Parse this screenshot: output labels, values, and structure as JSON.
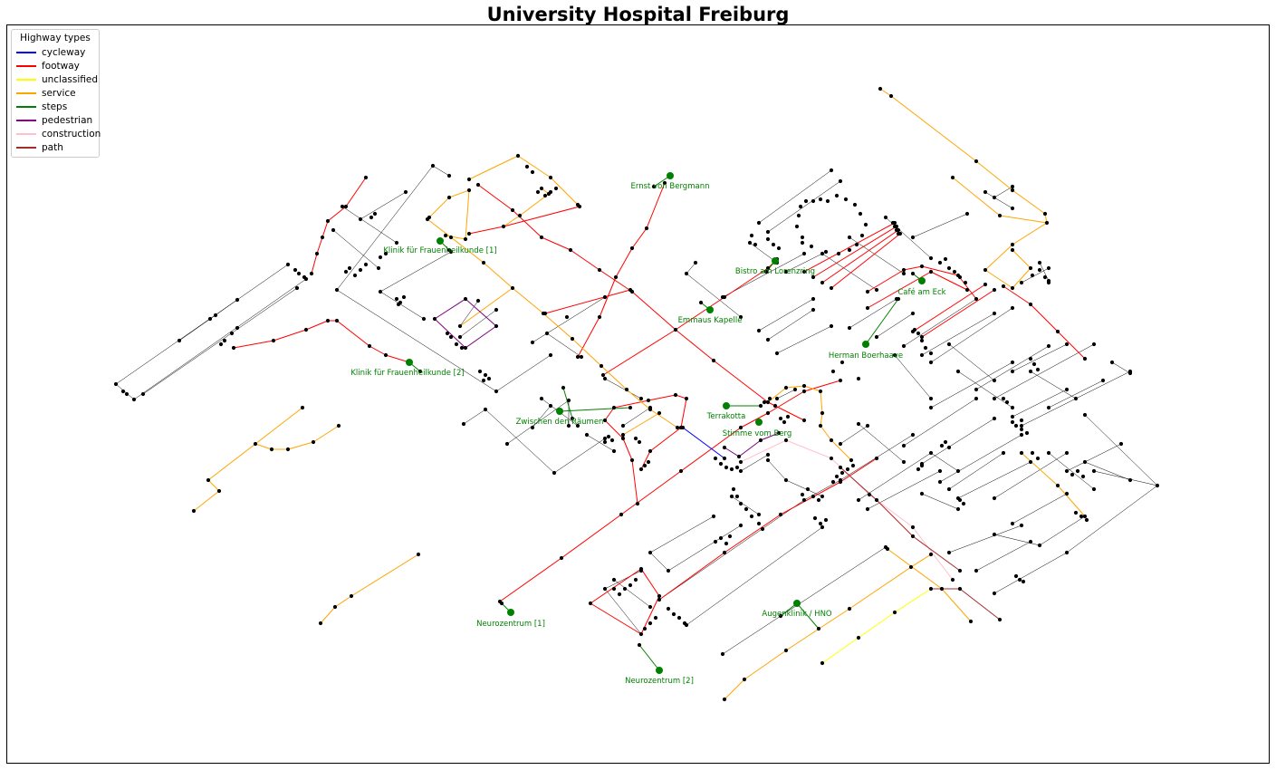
{
  "title": "University Hospital Freiburg",
  "legend": {
    "title": "Highway types",
    "items": [
      {
        "label": "cycleway",
        "color": "#0000ff"
      },
      {
        "label": "footway",
        "color": "#ff0000"
      },
      {
        "label": "unclassified",
        "color": "#ffff00"
      },
      {
        "label": "service",
        "color": "#ffa500"
      },
      {
        "label": "steps",
        "color": "#008000"
      },
      {
        "label": "pedestrian",
        "color": "#800080"
      },
      {
        "label": "construction",
        "color": "#ffc0cb"
      },
      {
        "label": "path",
        "color": "#a52a2a"
      }
    ]
  },
  "pois": [
    {
      "name": "Ernst von Bergmann"
    },
    {
      "name": "Klinik für Frauenheilkunde [1]"
    },
    {
      "name": "Bistro am Lorenzring"
    },
    {
      "name": "Café am Eck"
    },
    {
      "name": "Emmaus Kapelle"
    },
    {
      "name": "Herman Boerhaave"
    },
    {
      "name": "Klinik für Frauenheilkunde [2]"
    },
    {
      "name": "Terrakotta"
    },
    {
      "name": "Zwischen den Räumen"
    },
    {
      "name": "Stimme vom Berg"
    },
    {
      "name": "Augenklinik / HNO"
    },
    {
      "name": "Neurozentrum [1]"
    },
    {
      "name": "Neurozentrum [2]"
    }
  ],
  "colors": {
    "node": "#000000",
    "poi": "#008000",
    "building_edge": "#000000"
  }
}
